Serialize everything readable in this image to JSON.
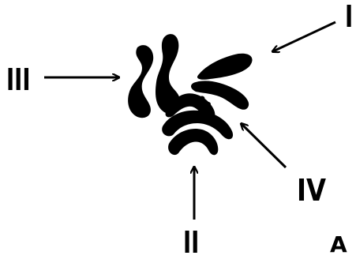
{
  "labels": {
    "i": "I",
    "ii": "II",
    "iii": "III",
    "iv": "IV",
    "panel": "A"
  },
  "colors": {
    "ink": "#000000",
    "background": "#ffffff"
  }
}
